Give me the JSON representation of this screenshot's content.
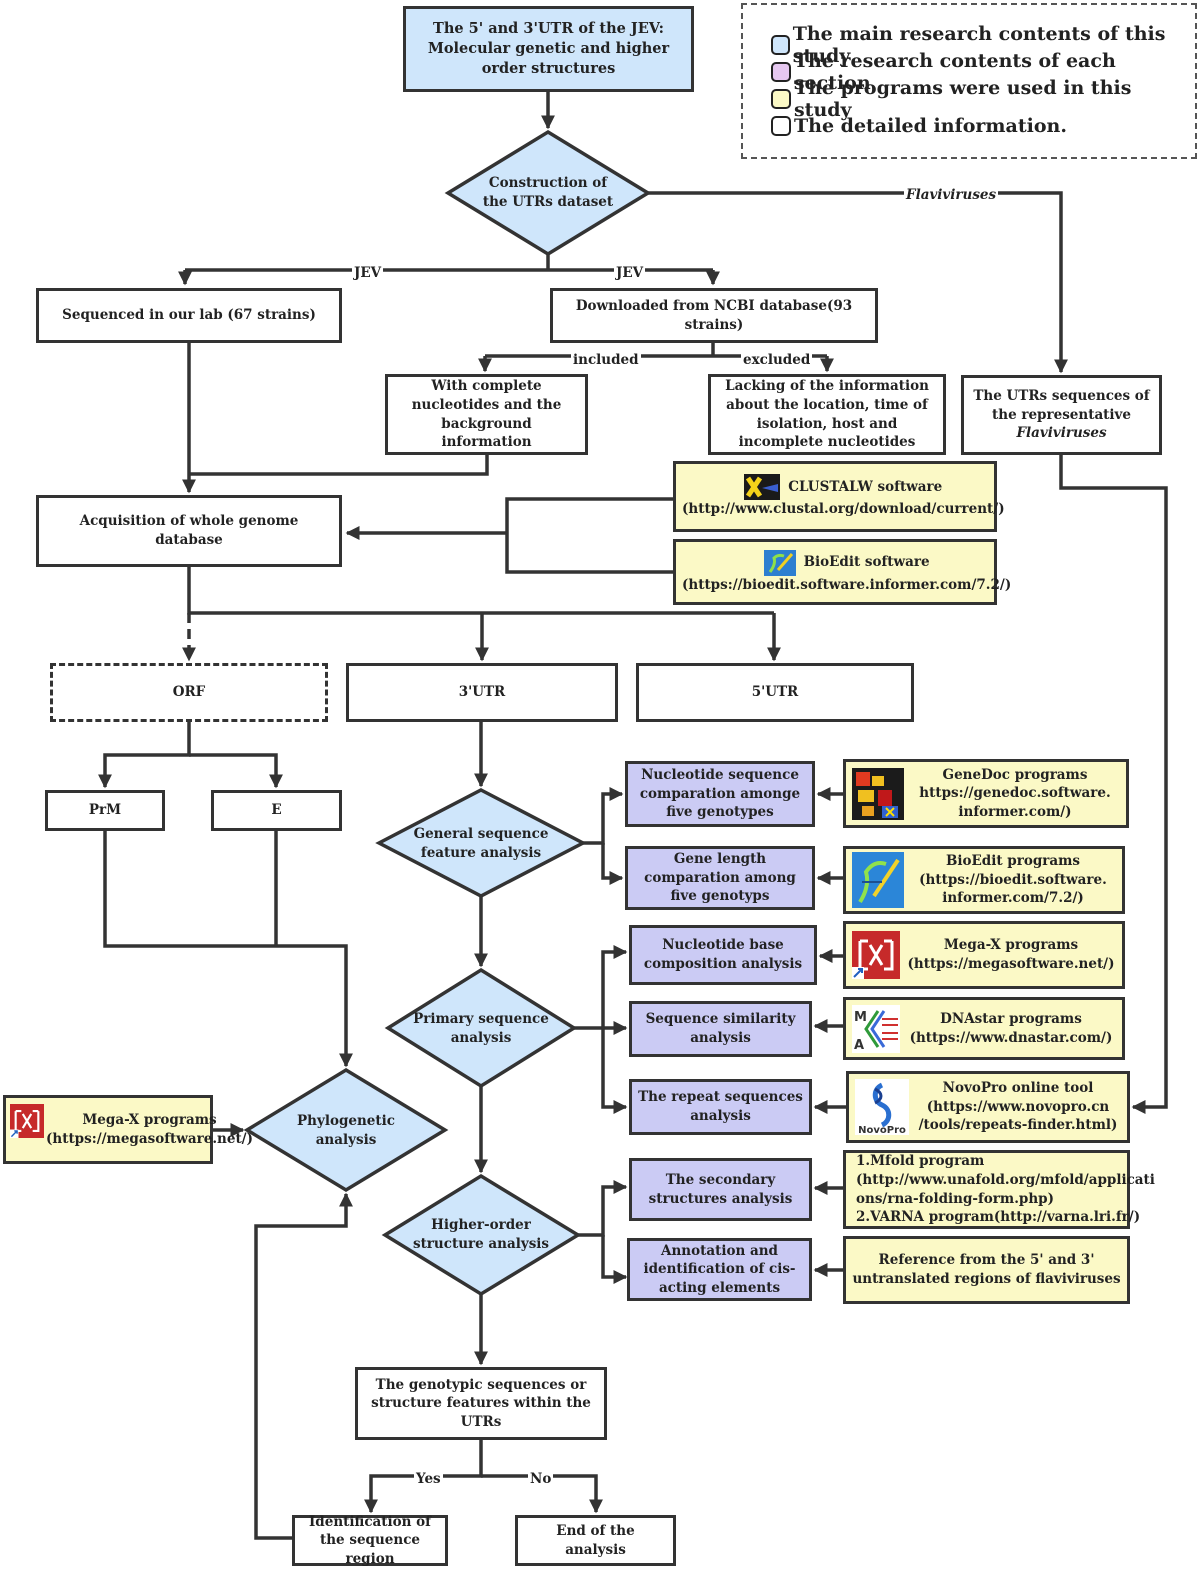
{
  "legend": {
    "items": [
      {
        "label": "The main research contents of this study",
        "color": "#cfe6fb"
      },
      {
        "label": "The research contents of each section",
        "color": "#e6c8f0"
      },
      {
        "label": "The programs were used in this study",
        "color": "#fbf9c6"
      },
      {
        "label": "The detailed information.",
        "color": "#ffffff"
      }
    ]
  },
  "nodes": {
    "title": "The 5' and 3'UTR of the JEV: Molecular genetic and higher order structures",
    "construction": "Construction of the  UTRs dataset",
    "sequenced": "Sequenced in our lab (67 strains)",
    "downloaded": "Downloaded from NCBI database(93 strains)",
    "with_complete": "With complete nucleotides and the background information",
    "lacking": "Lacking of the information about the location, time of isolation, host and incomplete nucleotides",
    "flavi_seq_prefix": "The UTRs sequences of the representative",
    "flavi_seq_italic": "Flaviviruses",
    "acquisition": "Acquisition of whole genome database",
    "orf": "ORF",
    "utr3": "3'UTR",
    "utr5": "5'UTR",
    "prm": "PrM",
    "e": "E",
    "general": "General sequence feature analysis",
    "primary": "Primary sequence analysis",
    "higher": "Higher-order structure analysis",
    "phylo": "Phylogenetic analysis",
    "nt_comparison": "Nucleotide sequence comparation amonge five genotypes",
    "gene_length": "Gene length comparation among five  genotyps",
    "base_comp": "Nucleotide base composition analysis",
    "similarity": "Sequence similarity analysis",
    "repeat": "The repeat sequences analysis",
    "secondary": "The secondary structures analysis",
    "annotation": "Annotation and identification of cis-acting elements",
    "genotypic": "The genotypic sequences or structure features within the UTRs",
    "identification": "Identification of the sequence region",
    "end": "End of the analysis"
  },
  "programs": {
    "clustalw": {
      "line1": "CLUSTALW software",
      "line2": "(http://www.clustal.org/download/current/)",
      "icon": "clustalw-icon"
    },
    "bioedit_sw": {
      "line1": "BioEdit software",
      "line2": "(https://bioedit.software.informer.com/7.2/)",
      "icon": "bioedit-icon"
    },
    "genedoc": {
      "line1": "GeneDoc  programs",
      "line2": "https://genedoc.software.",
      "line3": "informer.com/)",
      "icon": "genedoc-icon"
    },
    "bioedit_pg": {
      "line1": "BioEdit  programs",
      "line2": "(https://bioedit.software.",
      "line3": "informer.com/7.2/)",
      "icon": "bioedit-icon"
    },
    "megax_right": {
      "line1": "Mega-X  programs",
      "line2": "(https://megasoftware.net/)",
      "icon": "megax-icon"
    },
    "dnastar": {
      "line1": "DNAstar  programs",
      "line2": "(https://www.dnastar.com/)",
      "icon": "dnastar-icon",
      "icon_letters": [
        "M",
        "A"
      ]
    },
    "novopro": {
      "line1": "NovoPro online tool",
      "line2": "(https://www.novopro.cn",
      "line3": "/tools/repeats-finder.html)",
      "icon": "novopro-icon",
      "icon_text": "NovoPro"
    },
    "mfold": {
      "line1": "1.Mfold program",
      "line2": "(http://www.unafold.org/mfold/applicati",
      "line3": "ons/rna-folding-form.php)",
      "line4": "2.VARNA program(http://varna.lri.fr/)"
    },
    "reference": {
      "line1": "Reference from the 5' and 3'",
      "line2": "untranslated regions of flaviviruses"
    },
    "megax_left": {
      "line1": "Mega-X  programs",
      "line2": "(https://megasoftware.net/)",
      "icon": "megax-icon"
    }
  },
  "edge_labels": {
    "flaviviruses": "Flaviviruses",
    "jev_left": "JEV",
    "jev_right": "JEV",
    "included": "included",
    "excluded": "excluded",
    "yes": "Yes",
    "no": "No"
  }
}
